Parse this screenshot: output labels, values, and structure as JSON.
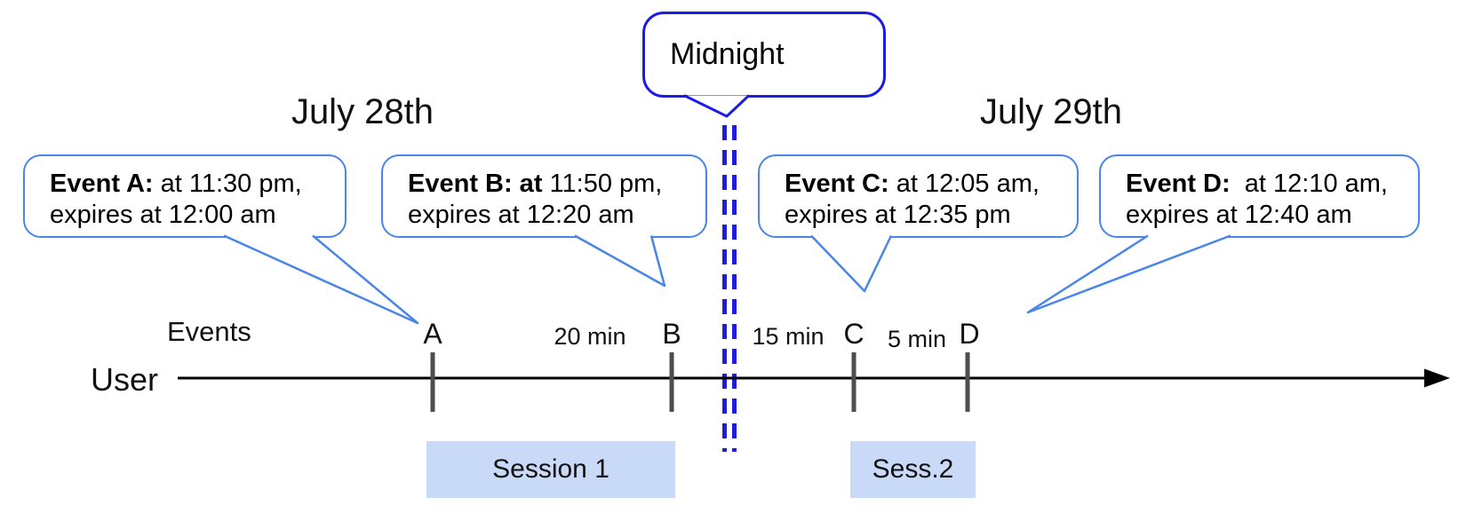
{
  "timeline": {
    "dates": {
      "left": "July 28th",
      "right": "July 29th"
    },
    "midnight_label": "Midnight",
    "events_axis_label": "Events",
    "user_label": "User",
    "event_callouts": [
      {
        "name": "A",
        "bold": "Event A:",
        "rest": " at 11:30 pm,",
        "line2": "expires at 12:00 am"
      },
      {
        "name": "B",
        "bold": "Event B: at",
        "rest": " 11:50 pm,",
        "line2": "expires at 12:20 am"
      },
      {
        "name": "C",
        "bold": "Event C:",
        "rest": " at 12:05 am,",
        "line2": "expires at 12:35 pm"
      },
      {
        "name": "D",
        "bold": "Event D:",
        "rest": "  at 12:10 am,",
        "line2": "expires at 12:40 am"
      }
    ],
    "tick_labels": [
      "A",
      "B",
      "C",
      "D"
    ],
    "gap_labels": [
      "20 min",
      "15 min",
      "5 min"
    ],
    "sessions": [
      "Session 1",
      "Sess.2"
    ],
    "colors": {
      "event_callout_border": "#4a86e8",
      "midnight_blue": "#1c1ce6",
      "session_fill": "#c9daf8",
      "tick_gray": "#4d4d4d",
      "axis_black": "#000000"
    }
  }
}
